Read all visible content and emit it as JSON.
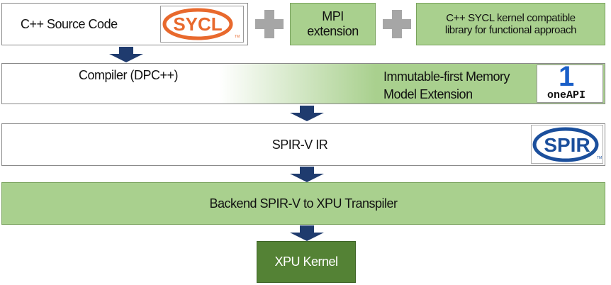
{
  "top_row": {
    "source": "C++ Source Code",
    "sycl_logo": "SYCL",
    "mpi": [
      "MPI",
      "extension"
    ],
    "library": [
      "C++ SYCL kernel compatible",
      "library for functional approach"
    ]
  },
  "compiler": {
    "label": "Compiler (DPC++)",
    "memory_model": [
      "Immutable-first Memory",
      "Model Extension"
    ],
    "oneapi_logo": "oneAPI",
    "oneapi_digit": "1"
  },
  "spirv": {
    "label": "SPIR-V IR",
    "spir_logo": "SPIR"
  },
  "transpiler": {
    "label": "Backend SPIR-V to XPU Transpiler"
  },
  "kernel": {
    "label": "XPU Kernel"
  },
  "colors": {
    "green": "#a9d08e",
    "dark_green": "#548235",
    "arrow": "#1f3b6e",
    "sycl_orange": "#e8692d",
    "spir_blue": "#1b4f9c"
  }
}
